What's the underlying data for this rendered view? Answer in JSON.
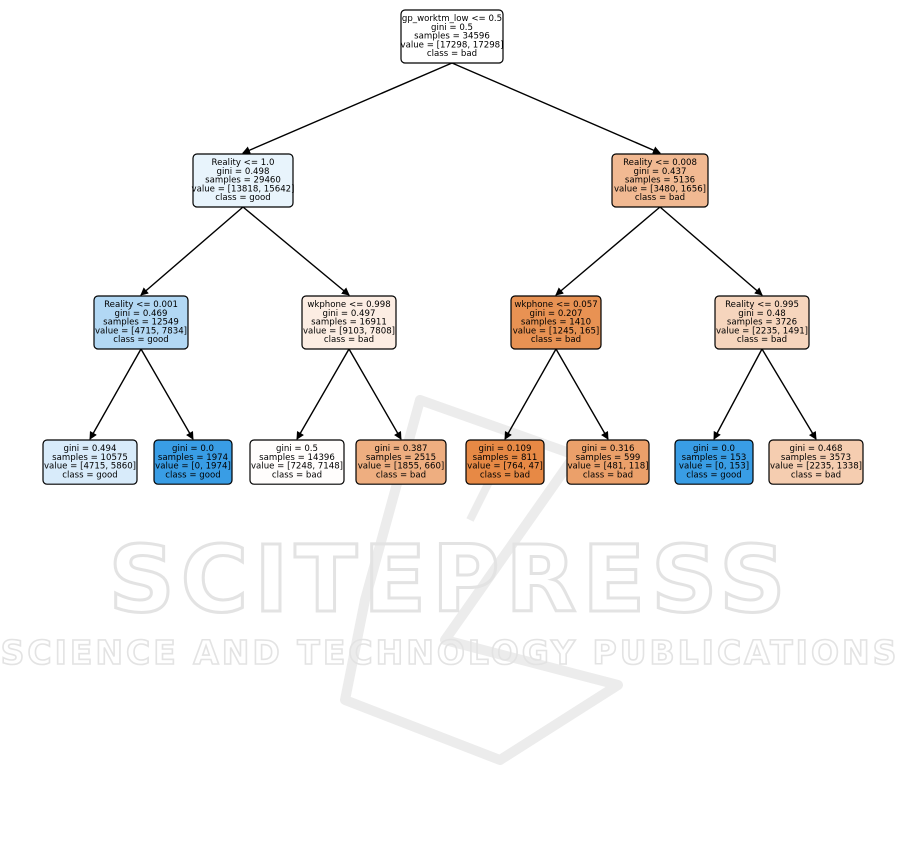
{
  "watermark": {
    "title": "SCITEPRESS",
    "subtitle": "SCIENCE AND TECHNOLOGY PUBLICATIONS"
  },
  "tree": {
    "nodes": [
      {
        "id": "n0",
        "lines": [
          "gp_worktm_low <= 0.5",
          "gini = 0.5",
          "samples = 34596",
          "value = [17298, 17298]",
          "class = bad"
        ],
        "fill": "#ffffff"
      },
      {
        "id": "n1",
        "lines": [
          "Reality <= 1.0",
          "gini = 0.498",
          "samples = 29460",
          "value = [13818, 15642]",
          "class = good"
        ],
        "fill": "#e8f4fc"
      },
      {
        "id": "n2",
        "lines": [
          "Reality <= 0.008",
          "gini = 0.437",
          "samples = 5136",
          "value = [3480, 1656]",
          "class = bad"
        ],
        "fill": "#f1b992"
      },
      {
        "id": "n3",
        "lines": [
          "Reality <= 0.001",
          "gini = 0.469",
          "samples = 12549",
          "value = [4715, 7834]",
          "class = good"
        ],
        "fill": "#b2d8f4"
      },
      {
        "id": "n4",
        "lines": [
          "wkphone <= 0.998",
          "gini = 0.497",
          "samples = 16911",
          "value = [9103, 7808]",
          "class = bad"
        ],
        "fill": "#fcede3"
      },
      {
        "id": "n5",
        "lines": [
          "wkphone <= 0.057",
          "gini = 0.207",
          "samples = 1410",
          "value = [1245, 165]",
          "class = bad"
        ],
        "fill": "#e89253"
      },
      {
        "id": "n6",
        "lines": [
          "Reality <= 0.995",
          "gini = 0.48",
          "samples = 3726",
          "value = [2235, 1491]",
          "class = bad"
        ],
        "fill": "#f6d5bd"
      },
      {
        "id": "n7",
        "lines": [
          "gini = 0.494",
          "samples = 10575",
          "value = [4715, 5860]",
          "class = good"
        ],
        "fill": "#d8ebfa"
      },
      {
        "id": "n8",
        "lines": [
          "gini = 0.0",
          "samples = 1974",
          "value = [0, 1974]",
          "class = good"
        ],
        "fill": "#399de5"
      },
      {
        "id": "n9",
        "lines": [
          "gini = 0.5",
          "samples = 14396",
          "value = [7248, 7148]",
          "class = bad"
        ],
        "fill": "#fffdfc"
      },
      {
        "id": "n10",
        "lines": [
          "gini = 0.387",
          "samples = 2515",
          "value = [1855, 660]",
          "class = bad"
        ],
        "fill": "#eeae80"
      },
      {
        "id": "n11",
        "lines": [
          "gini = 0.109",
          "samples = 811",
          "value = [764, 47]",
          "class = bad"
        ],
        "fill": "#e78945"
      },
      {
        "id": "n12",
        "lines": [
          "gini = 0.316",
          "samples = 599",
          "value = [481, 118]",
          "class = bad"
        ],
        "fill": "#eba06a"
      },
      {
        "id": "n13",
        "lines": [
          "gini = 0.0",
          "samples = 153",
          "value = [0, 153]",
          "class = good"
        ],
        "fill": "#399de5"
      },
      {
        "id": "n14",
        "lines": [
          "gini = 0.468",
          "samples = 3573",
          "value = [2235, 1338]",
          "class = bad"
        ],
        "fill": "#f5cdb0"
      }
    ],
    "edges": [
      [
        "n0",
        "n1"
      ],
      [
        "n0",
        "n2"
      ],
      [
        "n1",
        "n3"
      ],
      [
        "n1",
        "n4"
      ],
      [
        "n2",
        "n5"
      ],
      [
        "n2",
        "n6"
      ],
      [
        "n3",
        "n7"
      ],
      [
        "n3",
        "n8"
      ],
      [
        "n4",
        "n9"
      ],
      [
        "n4",
        "n10"
      ],
      [
        "n5",
        "n11"
      ],
      [
        "n5",
        "n12"
      ],
      [
        "n6",
        "n13"
      ],
      [
        "n6",
        "n14"
      ]
    ]
  }
}
